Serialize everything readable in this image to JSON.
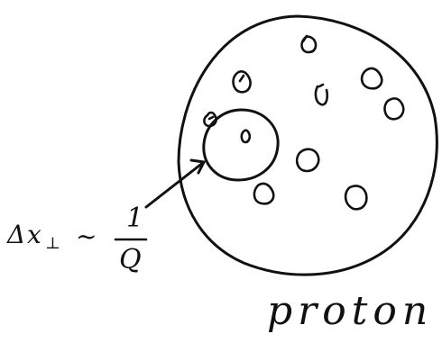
{
  "figure": {
    "resolution_label": {
      "delta": "Δ",
      "variable": "x",
      "subscript": "⊥",
      "relation": "~",
      "numerator": "1",
      "denominator": "Q"
    },
    "object_label": "proton"
  },
  "colors": {
    "ink": "#111111",
    "background": "#ffffff"
  }
}
